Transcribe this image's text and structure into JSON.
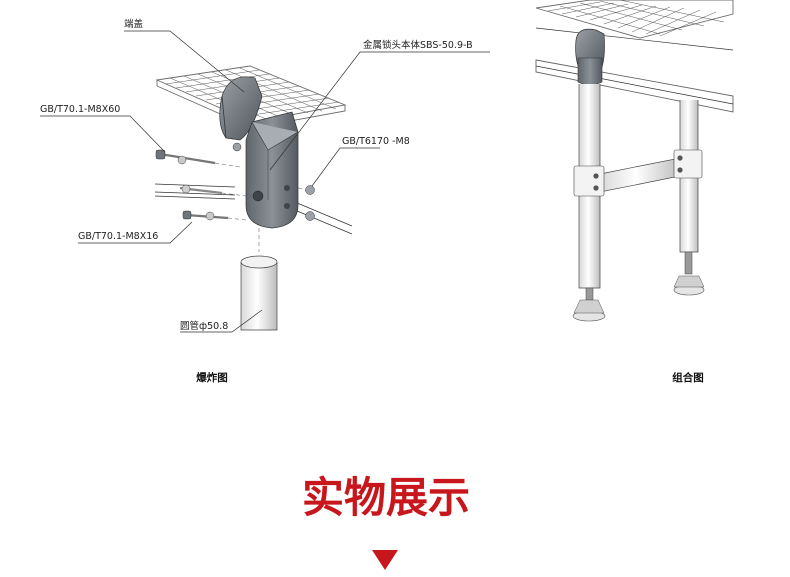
{
  "exploded": {
    "callouts": {
      "end_cap": "端盖",
      "lock_body": "金属锁头本体SBS-50.9-B",
      "screw_top": "GB/T70.1-M8X60",
      "nut": "GB/T6170 -M8",
      "screw_bottom": "GB/T70.1-M8X16",
      "round_tube": "圆管ф50.8"
    },
    "caption": "爆炸图"
  },
  "assembled": {
    "caption": "组合图"
  },
  "section": {
    "title": "实物展示",
    "arrow_icon": "triangle-down-icon"
  },
  "colors": {
    "accent": "#c8161d",
    "part_gray": "#6b7278"
  }
}
